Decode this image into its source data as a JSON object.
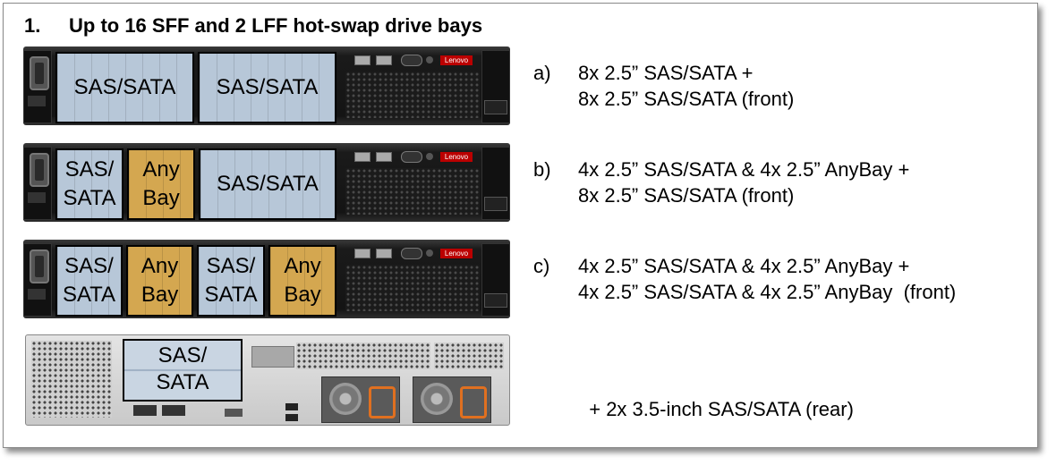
{
  "title": {
    "number": "1.",
    "text": "Up to 16 SFF and 2 LFF hot-swap drive bays"
  },
  "configs": [
    {
      "letter": "a)",
      "lines": [
        "8x 2.5” SAS/SATA +",
        "8x 2.5” SAS/SATA (front)"
      ],
      "groups": [
        {
          "type": "sas",
          "label": "SAS/SATA"
        },
        {
          "type": "sas",
          "label": "SAS/SATA"
        }
      ]
    },
    {
      "letter": "b)",
      "lines": [
        "4x 2.5” SAS/SATA & 4x 2.5” AnyBay +",
        "8x 2.5” SAS/SATA (front)"
      ],
      "groups": [
        {
          "type": "sas",
          "label": "SAS/\nSATA"
        },
        {
          "type": "any",
          "label": "Any\nBay"
        },
        {
          "type": "sas",
          "label": "SAS/SATA"
        }
      ]
    },
    {
      "letter": "c)",
      "lines": [
        "4x 2.5” SAS/SATA & 4x 2.5” AnyBay +",
        "4x 2.5” SAS/SATA & 4x 2.5” AnyBay  (front)"
      ],
      "groups": [
        {
          "type": "sas",
          "label": "SAS/\nSATA"
        },
        {
          "type": "any",
          "label": "Any\nBay"
        },
        {
          "type": "sas",
          "label": "SAS/\nSATA"
        },
        {
          "type": "any",
          "label": "Any\nBay"
        }
      ]
    }
  ],
  "rear": {
    "drive_label": "SAS/\nSATA",
    "text": "+ 2x 3.5-inch SAS/SATA (rear)"
  },
  "brand_logo": "Lenovo",
  "colors": {
    "sas_sata": "#b7c7d8",
    "anybay": "#d4a750",
    "chassis": "#1a1a1a"
  }
}
